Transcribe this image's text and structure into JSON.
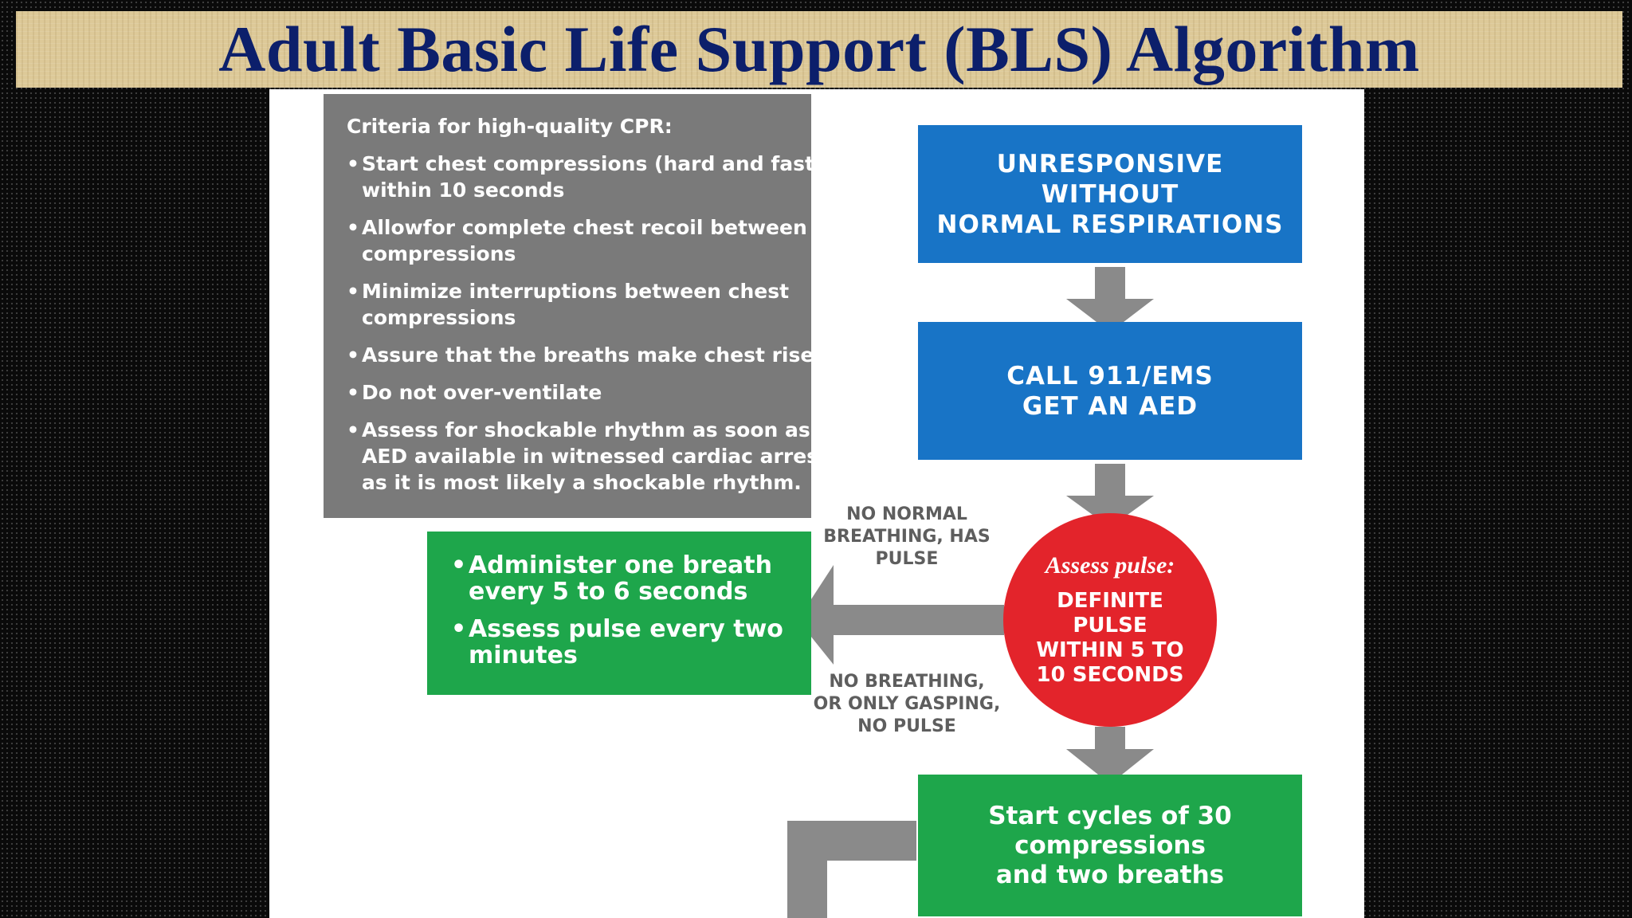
{
  "title": "Adult Basic Life Support (BLS) Algorithm",
  "criteria": {
    "heading": "Criteria for high-quality CPR:",
    "items": [
      [
        "Start chest compressions (hard and fast)",
        "within 10 seconds"
      ],
      [
        "Allowfor complete chest recoil between",
        "compressions"
      ],
      [
        "Minimize interruptions between chest",
        "compressions"
      ],
      [
        "Assure that the breaths make chest rise"
      ],
      [
        "Do not over-ventilate"
      ],
      [
        "Assess for shockable rhythm as soon as",
        "AED available in witnessed cardiac arrest",
        "as it is most likely a shockable rhythm."
      ]
    ]
  },
  "steps": {
    "unresponsive": [
      "UNRESPONSIVE",
      "WITHOUT",
      "NORMAL RESPIRATIONS"
    ],
    "call": [
      "CALL 911/EMS",
      "GET AN AED"
    ],
    "assess_title": "Assess pulse:",
    "assess": [
      "DEFINITE",
      "PULSE",
      "WITHIN 5 TO",
      "10 SECONDS"
    ],
    "cpr": [
      "Start cycles of 30",
      "compressions",
      "and two breaths"
    ]
  },
  "rescue_breathing": [
    [
      "Administer one breath",
      "every 5 to 6 seconds"
    ],
    [
      "Assess pulse every two",
      "minutes"
    ]
  ],
  "conditions": {
    "has_pulse": [
      "NO NORMAL",
      "BREATHING, HAS",
      "PULSE"
    ],
    "no_pulse": [
      "NO BREATHING,",
      "OR ONLY GASPING,",
      "NO PULSE"
    ]
  },
  "colors": {
    "title_text": "#0c1f6b",
    "title_bg": "#ddc998",
    "blue_step": "#1874c6",
    "green_step": "#1ea64b",
    "red_assess": "#e3242b",
    "gray_box": "#7a7a7a",
    "arrow": "#8a8a8a"
  }
}
